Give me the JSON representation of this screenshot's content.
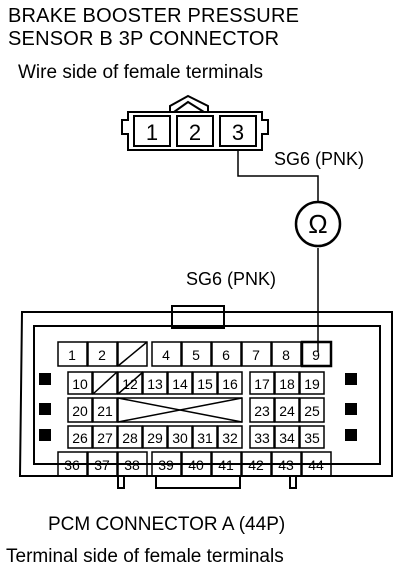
{
  "header": {
    "title_line1": "BRAKE BOOSTER PRESSURE",
    "title_line2": "SENSOR B 3P CONNECTOR",
    "subtitle": "Wire side of female terminals"
  },
  "sensor_connector": {
    "pins": [
      "1",
      "2",
      "3"
    ]
  },
  "wires": {
    "upper_label": "SG6 (PNK)",
    "lower_label": "SG6 (PNK)"
  },
  "meter": {
    "symbol": "Ω"
  },
  "pcm_connector": {
    "row1": [
      "1",
      "2",
      "",
      "4",
      "5",
      "6",
      "7",
      "8",
      "9"
    ],
    "row2": [
      "10",
      "",
      "12",
      "13",
      "14",
      "15",
      "16",
      "17",
      "18",
      "19"
    ],
    "row3": [
      "20",
      "21",
      "",
      "",
      "",
      "",
      "",
      "23",
      "24",
      "25"
    ],
    "row4": [
      "26",
      "27",
      "28",
      "29",
      "30",
      "31",
      "32",
      "33",
      "34",
      "35"
    ],
    "row5": [
      "36",
      "37",
      "38",
      "39",
      "40",
      "41",
      "42",
      "43",
      "44"
    ],
    "caption_line1": "PCM CONNECTOR A (44P)",
    "caption_line2": "Terminal side of female terminals"
  }
}
